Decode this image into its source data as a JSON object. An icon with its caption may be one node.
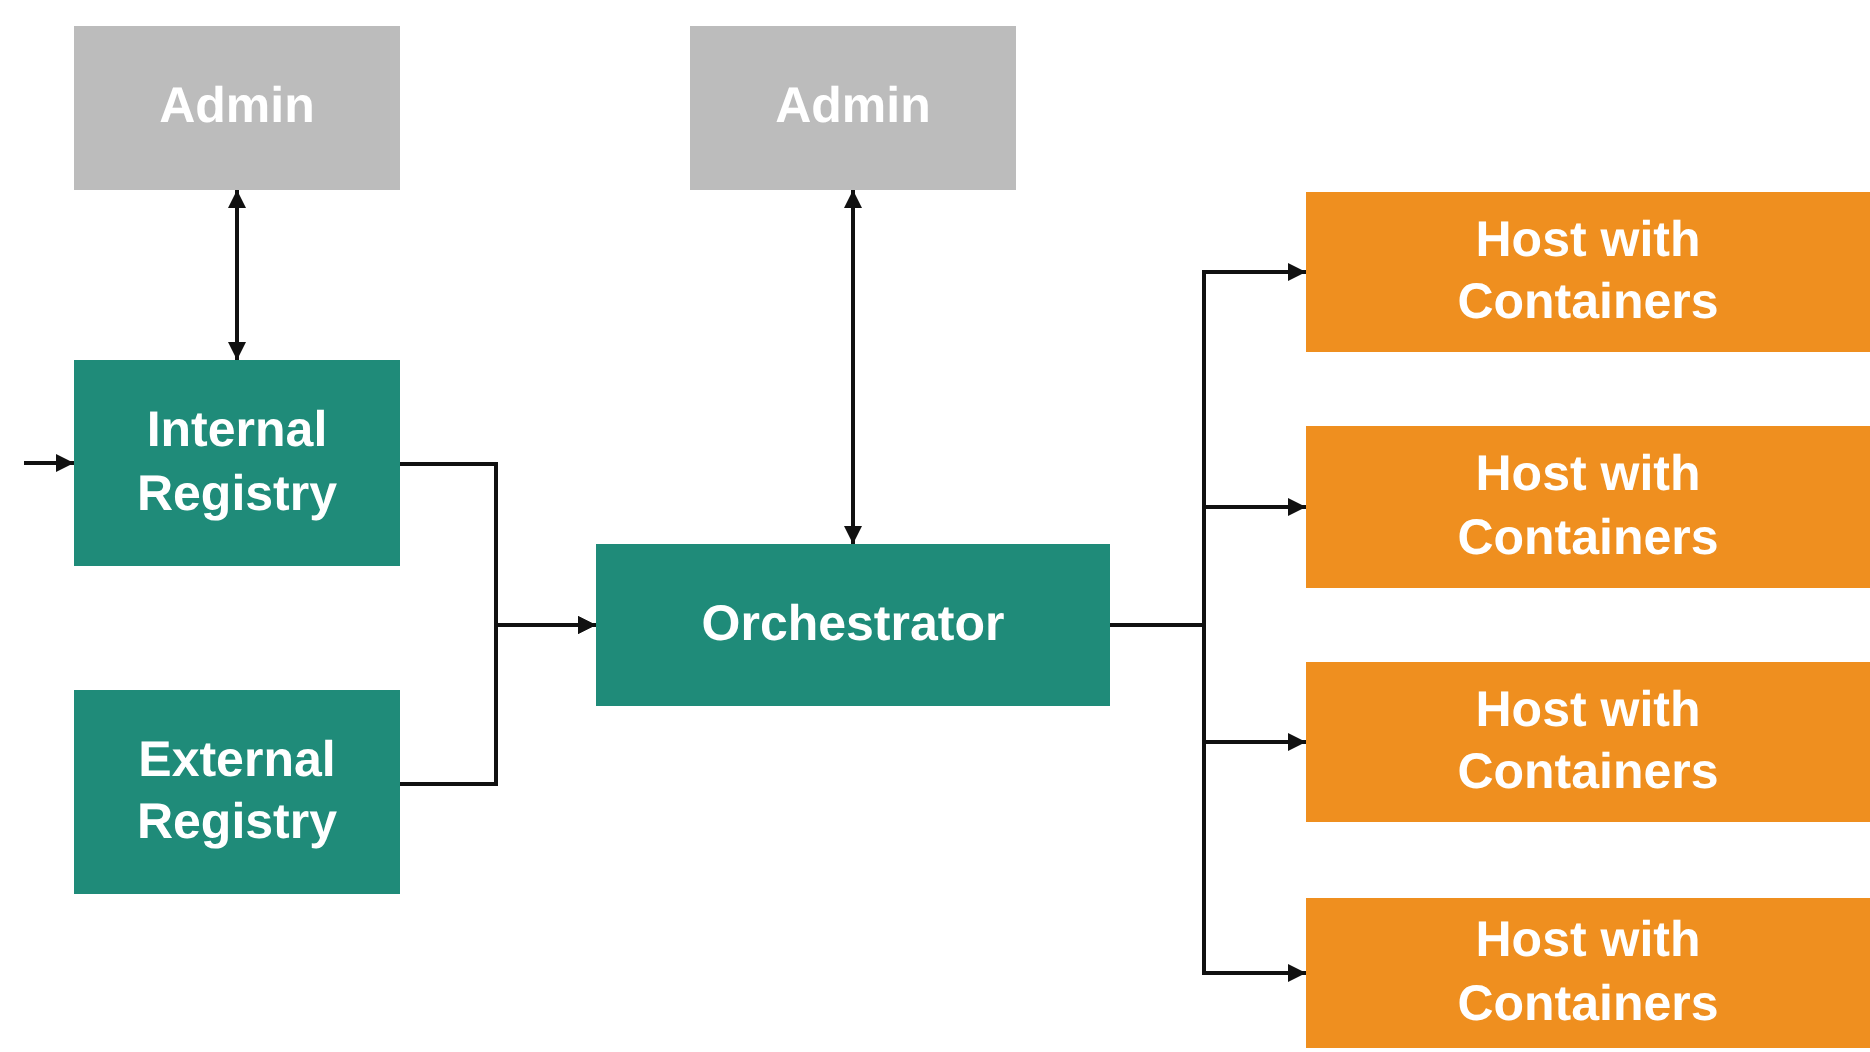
{
  "diagram": {
    "nodes": [
      {
        "text": [
          "Admin"
        ]
      },
      {
        "text": [
          "Admin"
        ]
      },
      {
        "text": [
          "Internal Registry"
        ]
      },
      {
        "text": [
          "External Registry"
        ]
      },
      {
        "text": [
          "Orchestrator"
        ]
      },
      {
        "text": [
          "Host with Containers"
        ]
      },
      {
        "text": [
          "Host with Containers"
        ]
      },
      {
        "text": [
          "Host with Containers"
        ]
      },
      {
        "text": [
          "Host with Containers"
        ]
      }
    ],
    "edges": [
      {
        "from": 0,
        "to": 2,
        "arrow": "both"
      },
      {
        "from": 1,
        "to": 4,
        "arrow": "both"
      },
      {
        "from": null,
        "to": 2,
        "arrow": "to"
      },
      {
        "from": 2,
        "to": 4,
        "arrow": "to"
      },
      {
        "from": 3,
        "to": 4,
        "arrow": "to"
      },
      {
        "from": 4,
        "to": 5,
        "arrow": "to"
      },
      {
        "from": 4,
        "to": 6,
        "arrow": "to"
      },
      {
        "from": 4,
        "to": 7,
        "arrow": "to"
      },
      {
        "from": 4,
        "to": 8,
        "arrow": "to"
      }
    ]
  }
}
